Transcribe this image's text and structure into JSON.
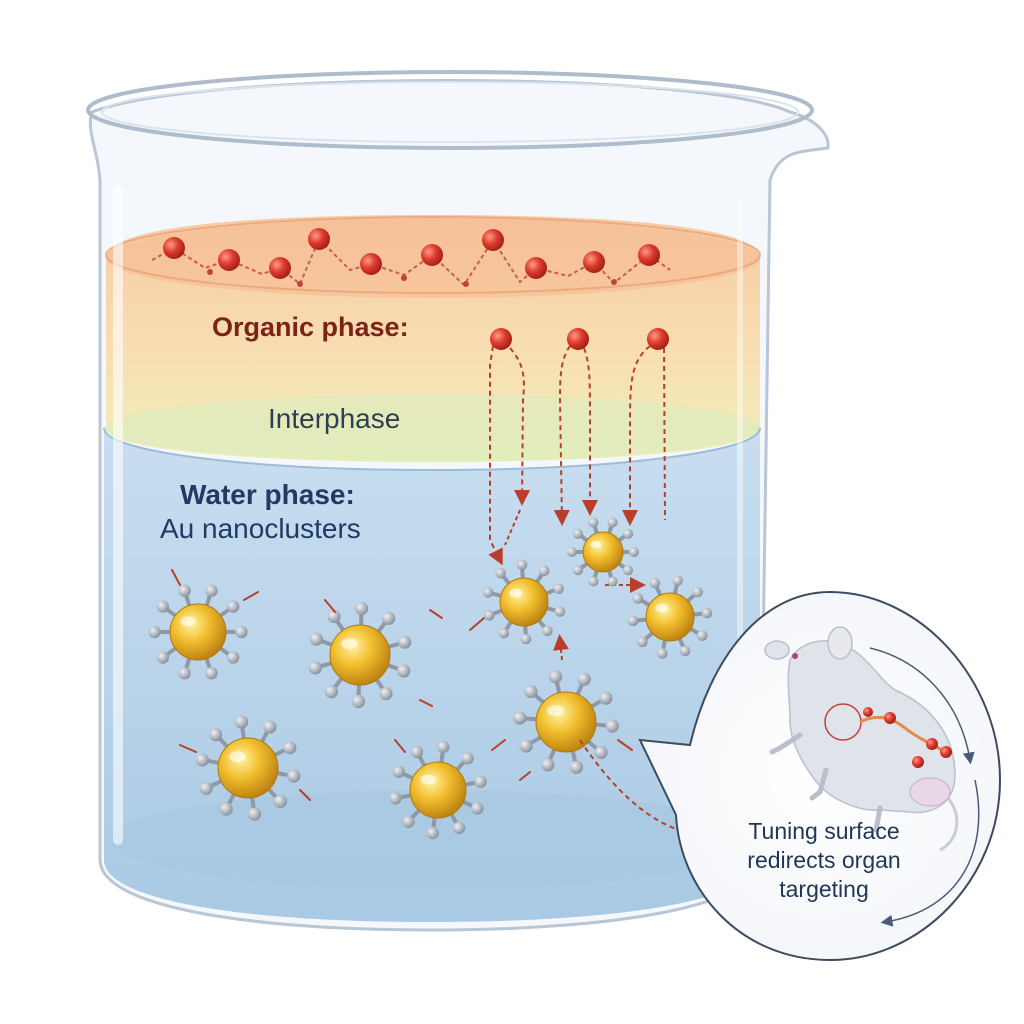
{
  "labels": {
    "organic_phase": "Organic phase:",
    "interphase": "Interphase",
    "water_phase": "Water phase:",
    "au_nanoclusters": "Au nanoclusters",
    "callout": "Tuning surface\nredirects organ\ntargeting"
  },
  "colors": {
    "organic_phase": "#f6d7a6",
    "interphase": "#eaf0b4",
    "water_phase": "#bcd7ea",
    "gold": "#f0b528",
    "ligand": "#9aa2ad",
    "molecule": "#d9362b",
    "arrow": "#b8402a"
  }
}
